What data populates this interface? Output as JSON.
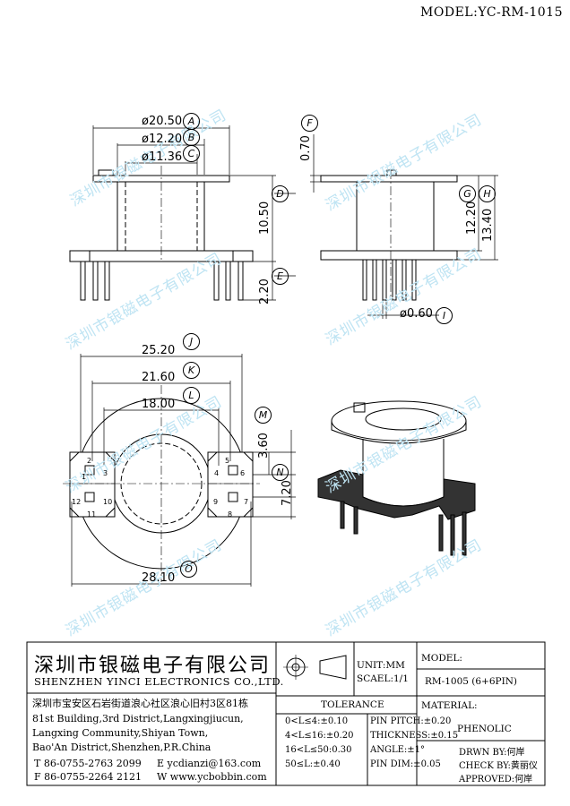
{
  "model": "MODEL:YC-RM-1015",
  "watermark": "深圳市银磁电子有限公司",
  "dimensions": {
    "A": "ø20.50",
    "B": "ø12.20",
    "C": "ø11.36",
    "D": "10.50",
    "E": "2.20",
    "F": "0.70",
    "G": "12.20",
    "H": "13.40",
    "I": "ø0.60",
    "J": "25.20",
    "K": "21.60",
    "L": "18.00",
    "M": "3.60",
    "N": "7.20",
    "O": "28.10"
  },
  "callouts": [
    "A",
    "B",
    "C",
    "D",
    "E",
    "F",
    "G",
    "H",
    "I",
    "J",
    "K",
    "L",
    "M",
    "N",
    "O"
  ],
  "pins": [
    "1",
    "2",
    "3",
    "4",
    "5",
    "6",
    "7",
    "8",
    "9",
    "10",
    "11",
    "12"
  ],
  "title_block": {
    "company_cn": "深圳市银磁电子有限公司",
    "company_en": "SHENZHEN YINCI ELECTRONICS CO.,LTD.",
    "address_cn": "深圳市宝安区石岩街道浪心社区浪心旧村3区81栋",
    "address_en_1": "81st Building,3rd District,Langxingjiucun,",
    "address_en_2": "Langxing Community,Shiyan Town,",
    "address_en_3": "Bao'An District,Shenzhen,P.R.China",
    "tel": "T 86-0755-2763 2099",
    "fax": "F 86-0755-2264 2121",
    "email": "E ycdianzi@163.com",
    "web": "W www.ycbobbin.com",
    "unit": "UNIT:MM",
    "scale": "SCAEL:1/1",
    "model_label": "MODEL:",
    "model_value": "RM-1005 (6+6PIN)",
    "tolerance_header": "TOLERANCE",
    "tolerances": [
      "0<L≤4:±0.10",
      "4<L≤16:±0.20",
      "16<L≤50:0.30",
      "50≤L:±0.40"
    ],
    "pin_pitch": "PIN PITCH:±0.20",
    "thickness": "THICKNESS:±0.15",
    "angle": "ANGLE:±1°",
    "pin_dim": "PIN DIM:±0.05",
    "material_label": "MATERIAL:",
    "material_value": "PHENOLIC",
    "drawn_by": "DRWN BY:何岸",
    "check_by": "CHECK BY:黄丽仪",
    "approved": "APPROVED:何岸"
  }
}
